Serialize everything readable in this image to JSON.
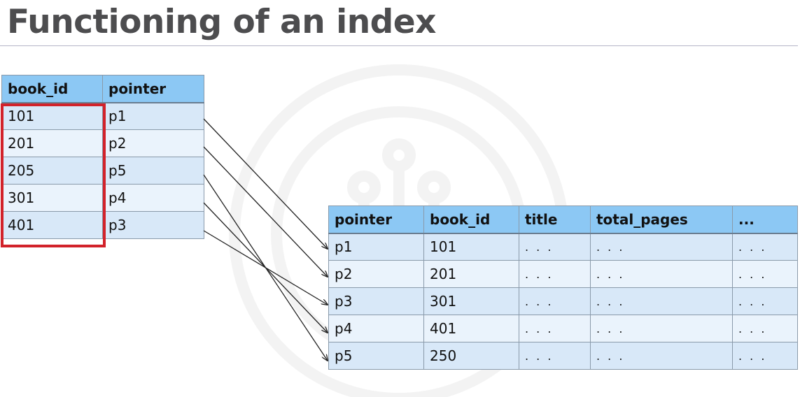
{
  "title": "Functioning of an index",
  "index_table": {
    "headers": [
      "book_id",
      "pointer"
    ],
    "rows": [
      [
        "101",
        "p1"
      ],
      [
        "201",
        "p2"
      ],
      [
        "205",
        "p5"
      ],
      [
        "301",
        "p4"
      ],
      [
        "401",
        "p3"
      ]
    ]
  },
  "books_table": {
    "headers": [
      "pointer",
      "book_id",
      "title",
      "total_pages",
      "..."
    ],
    "rows": [
      [
        "p1",
        "101",
        ". . .",
        ". . .",
        ". . ."
      ],
      [
        "p2",
        "201",
        ". . .",
        ". . .",
        ". . ."
      ],
      [
        "p3",
        "301",
        ". . .",
        ". . .",
        ". . ."
      ],
      [
        "p4",
        "401",
        ". . .",
        ". . .",
        ". . ."
      ],
      [
        "p5",
        "250",
        ". . .",
        ". . .",
        ". . ."
      ]
    ]
  },
  "arrows": [
    {
      "from": "p1",
      "to": "p1"
    },
    {
      "from": "p2",
      "to": "p2"
    },
    {
      "from": "p5",
      "to": "p5"
    },
    {
      "from": "p4",
      "to": "p4"
    },
    {
      "from": "p3",
      "to": "p3"
    }
  ],
  "colors": {
    "header_bg": "#8cc8f4",
    "row_bg_odd": "#d8e8f8",
    "row_bg_even": "#eaf3fc",
    "highlight": "#d2222a",
    "title": "#4d4d4f"
  }
}
